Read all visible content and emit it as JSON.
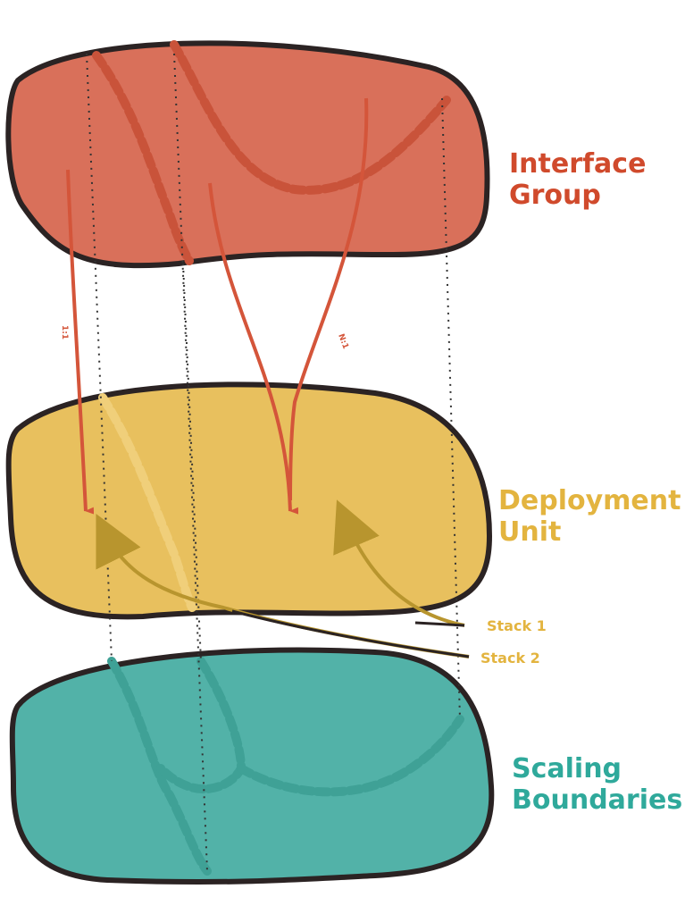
{
  "layers": [
    {
      "title_line1": "Interface",
      "title_line2": "Group",
      "color": "#D04A2C"
    },
    {
      "title_line1": "Deployment",
      "title_line2": "Unit",
      "color": "#E3B43F"
    },
    {
      "title_line1": "Scaling",
      "title_line2": "Boundaries",
      "color": "#2FA99B"
    }
  ],
  "relations": {
    "one_to_one": "1:1",
    "n_to_one": "N:1"
  },
  "stacks": {
    "stack1": "Stack 1",
    "stack2": "Stack 2"
  }
}
